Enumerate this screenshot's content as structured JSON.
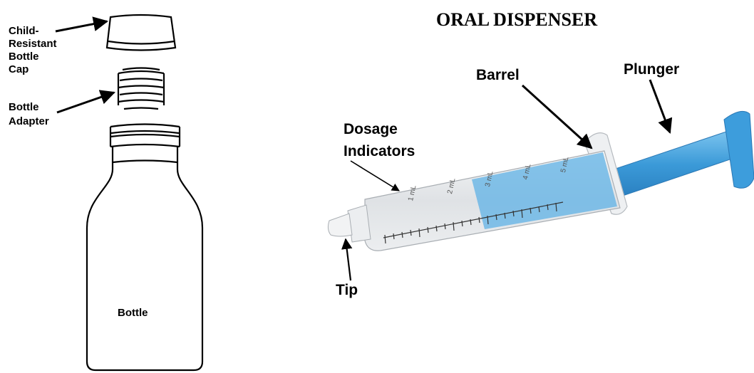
{
  "title": "ORAL DISPENSER",
  "bottle_parts": {
    "cap_label": [
      "Child-",
      "Resistant",
      "Bottle",
      "Cap"
    ],
    "adapter_label": [
      "Bottle",
      "Adapter"
    ],
    "bottle_label": "Bottle"
  },
  "dispenser_parts": {
    "barrel_label": "Barrel",
    "plunger_label": "Plunger",
    "dosage_label": [
      "Dosage",
      "Indicators"
    ],
    "tip_label": "Tip"
  },
  "syringe_markings": [
    "1 mL",
    "2 mL",
    "3 mL",
    "4 mL",
    "5 mL"
  ],
  "colors": {
    "plunger": "#4aa6df",
    "barrel": "#e6e8ea",
    "outline": "#000000"
  }
}
